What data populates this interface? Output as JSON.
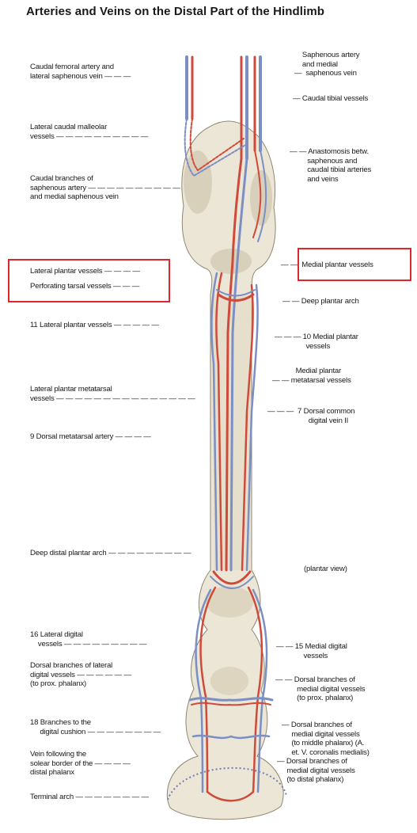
{
  "title": "Arteries and Veins on the Distal Part of the Hindlimb",
  "labels": {
    "caudal_femoral": [
      "Caudal femoral artery and",
      "lateral saphenous vein"
    ],
    "saphenous_artery": [
      "Saphenous artery",
      "and medial",
      "saphenous vein"
    ],
    "caudal_tibial": [
      "Caudal tibial vessels"
    ],
    "lateral_caudal_malleolar": [
      "Lateral caudal malleolar",
      "vessels"
    ],
    "anastomosis": [
      "Anastomosis betw.",
      "saphenous and",
      "caudal tibial arteries",
      "and veins"
    ],
    "caudal_branches": [
      "Caudal branches of",
      "saphenous artery",
      "and medial saphenous vein"
    ],
    "lateral_plantar": [
      "Lateral plantar vessels"
    ],
    "perforating_tarsal": [
      "Perforating tarsal vessels"
    ],
    "medial_plantar": [
      "Medial plantar vessels"
    ],
    "deep_plantar_arch": [
      "Deep plantar arch"
    ],
    "lateral_plantar_11": [
      "11 Lateral plantar vessels"
    ],
    "medial_plantar_10": [
      "10 Medial plantar",
      "vessels"
    ],
    "medial_plantar_metatarsal": [
      "Medial plantar",
      "metatarsal vessels"
    ],
    "lateral_plantar_metatarsal": [
      "Lateral plantar metatarsal",
      "vessels"
    ],
    "dorsal_common_digital": [
      "7 Dorsal common",
      "digital vein II"
    ],
    "dorsal_metatarsal": [
      "9  Dorsal metatarsal artery"
    ],
    "deep_distal_plantar_arch": [
      "Deep distal plantar arch"
    ],
    "plantar_view": [
      "(plantar view)"
    ],
    "lateral_digital_16": [
      "16 Lateral digital",
      "vessels"
    ],
    "medial_digital_15": [
      "15 Medial digital",
      "vessels"
    ],
    "dorsal_branches_lateral": [
      "Dorsal branches of lateral",
      "digital vessels",
      "(to prox. phalanx)"
    ],
    "dorsal_branches_medial_prox": [
      "Dorsal branches of",
      "medial digital vessels",
      "(to prox. phalanx)"
    ],
    "branches_cushion_18": [
      "18 Branches to the",
      "digital cushion"
    ],
    "dorsal_branches_medial_middle": [
      "Dorsal branches of",
      "medial digital vessels",
      "(to middle phalanx) (A.",
      "et. V. coronalis medialis)"
    ],
    "vein_solear": [
      "Vein following the",
      "solear border of the",
      "distal phalanx"
    ],
    "dorsal_branches_medial_distal": [
      "Dorsal branches of",
      "medial digital vessels",
      "(to distal phalanx)"
    ],
    "terminal_arch": [
      "Terminal arch"
    ]
  },
  "colors": {
    "artery": "#cf4a3a",
    "vein": "#7b8fc4",
    "bone": "#ece6d6",
    "bone_shadow": "#b9b09b",
    "highlight": "#e0262a"
  }
}
